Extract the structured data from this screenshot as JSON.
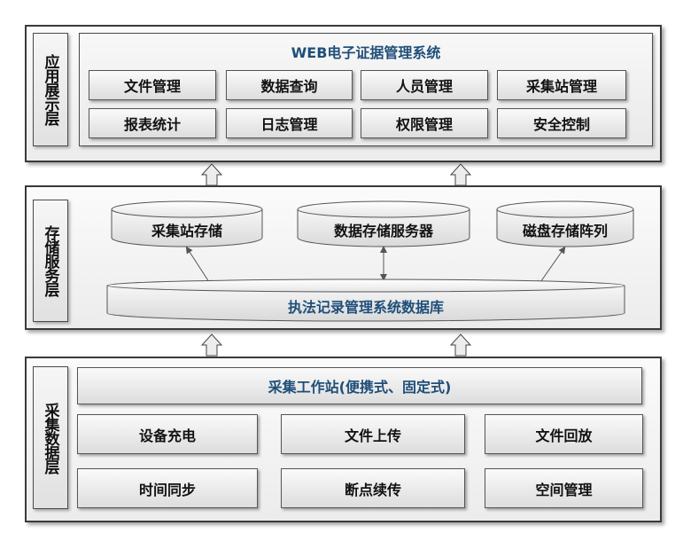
{
  "presentation": {
    "side_label": "应用展示层",
    "title": "WEB电子证据管理系统",
    "modules": [
      "文件管理",
      "数据查询",
      "人员管理",
      "采集站管理",
      "报表统计",
      "日志管理",
      "权限管理",
      "安全控制"
    ]
  },
  "storage": {
    "side_label": "存储服务层",
    "stores": [
      "采集站存储",
      "数据存储服务器",
      "磁盘存储阵列"
    ],
    "database": "执法记录管理系统数据库"
  },
  "collection": {
    "side_label": "采集数据层",
    "workstation": "采集工作站(便携式、固定式)",
    "functions": [
      "设备充电",
      "文件上传",
      "文件回放",
      "时间同步",
      "断点续传",
      "空间管理"
    ]
  },
  "colors": {
    "title_text": "#1f4e79",
    "border": "#3a3a3a"
  }
}
